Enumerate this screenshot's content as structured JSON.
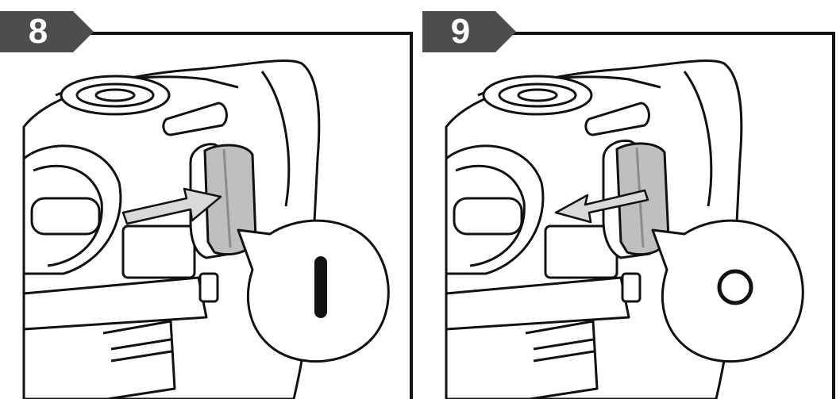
{
  "steps": [
    {
      "number": "8",
      "indicator": "switch-on",
      "arrow": "insert"
    },
    {
      "number": "9",
      "indicator": "switch-off",
      "arrow": "remove"
    }
  ],
  "colors": {
    "badge": "#4d4d4d",
    "outline": "#111111",
    "shading": "#bfbfbf",
    "shading_dark": "#8c8c8c",
    "arrow_fill": "#d9d9d9"
  }
}
